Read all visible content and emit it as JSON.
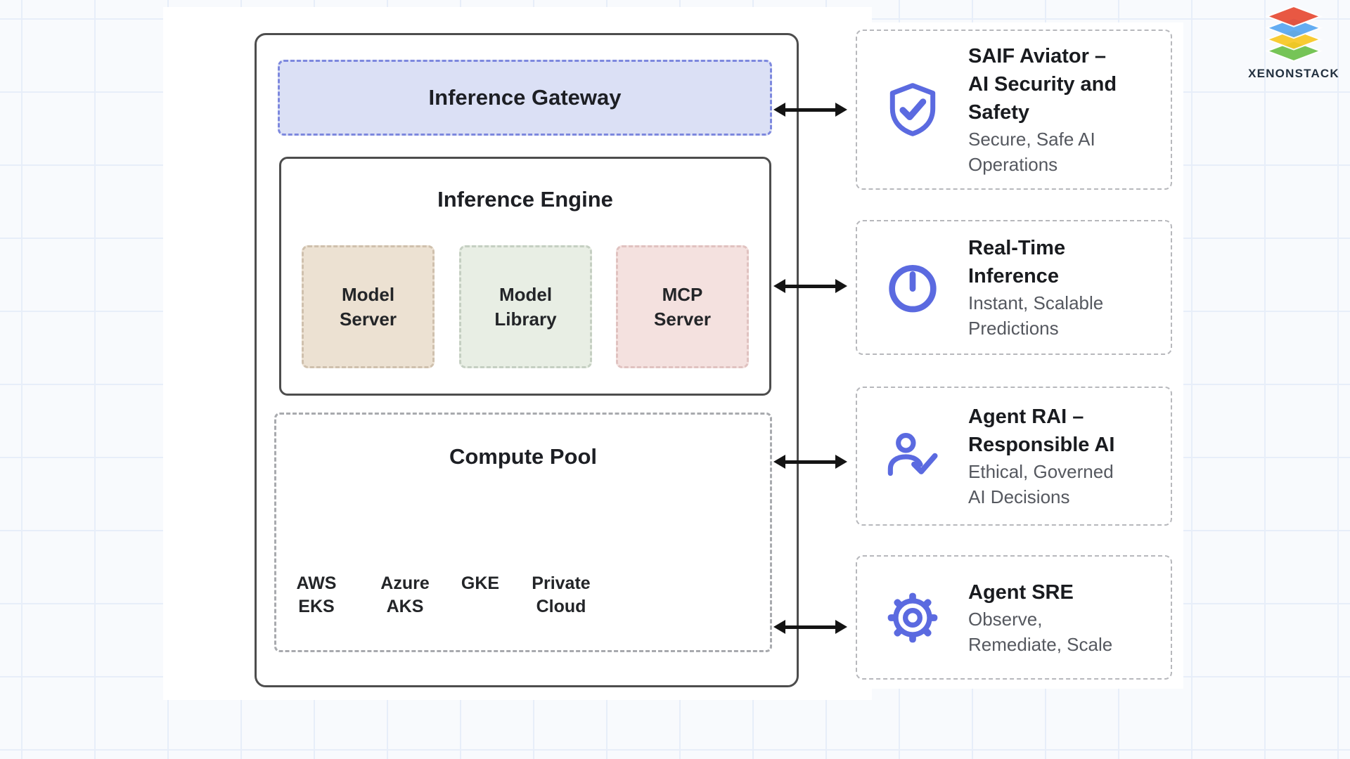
{
  "brand": {
    "name": "XENONSTACK",
    "logo_layer_colors": [
      "#e8503a",
      "#58a7f2",
      "#f8c822",
      "#6cc04a"
    ]
  },
  "colors": {
    "accent": "#5b6ae0",
    "arrow": "#141414",
    "gateway_fill": "#dbe0f5",
    "gateway_border": "#7d88de",
    "model_server_fill": "#ece1d2",
    "model_library_fill": "#e8eee4",
    "mcp_server_fill": "#f4e1df",
    "box_border": "#4d4d4d"
  },
  "diagram": {
    "gateway_label": "Inference Gateway",
    "engine_title": "Inference Engine",
    "modules": [
      {
        "label": "Model\nServer"
      },
      {
        "label": "Model\nLibrary"
      },
      {
        "label": "MCP\nServer"
      }
    ],
    "compute_pool_title": "Compute Pool",
    "providers": [
      {
        "label": "AWS\nEKS"
      },
      {
        "label": "Azure\nAKS"
      },
      {
        "label": "GKE"
      },
      {
        "label": "Private\nCloud"
      }
    ]
  },
  "cards": [
    {
      "icon": "shield-check-icon",
      "title": "SAIF Aviator –\nAI Security and\nSafety",
      "subtitle": "Secure, Safe AI\nOperations"
    },
    {
      "icon": "clock-icon",
      "title": "Real-Time\nInference",
      "subtitle": "Instant, Scalable\nPredictions"
    },
    {
      "icon": "user-check-icon",
      "title": "Agent RAI –\nResponsible AI",
      "subtitle": "Ethical, Governed\nAI Decisions"
    },
    {
      "icon": "gear-icon",
      "title": "Agent SRE",
      "subtitle": "Observe,\nRemediate, Scale"
    }
  ]
}
